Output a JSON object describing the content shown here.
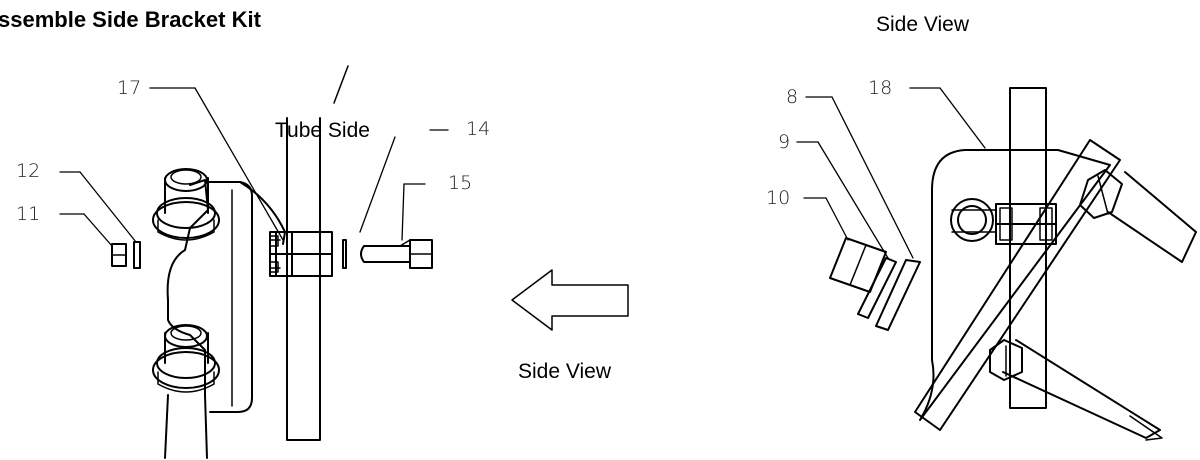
{
  "title": "ssemble Side Bracket Kit",
  "labels": {
    "side_view_top": "Side View",
    "side_view_arrow": "Side View",
    "tube_side": "Tube Side"
  },
  "part_numbers": {
    "p17": "17",
    "p14": "14",
    "p15": "15",
    "p12": "12",
    "p11": "11",
    "p8": "8",
    "p18": "18",
    "p9": "9",
    "p10": "10"
  },
  "arrow_direction": "left"
}
